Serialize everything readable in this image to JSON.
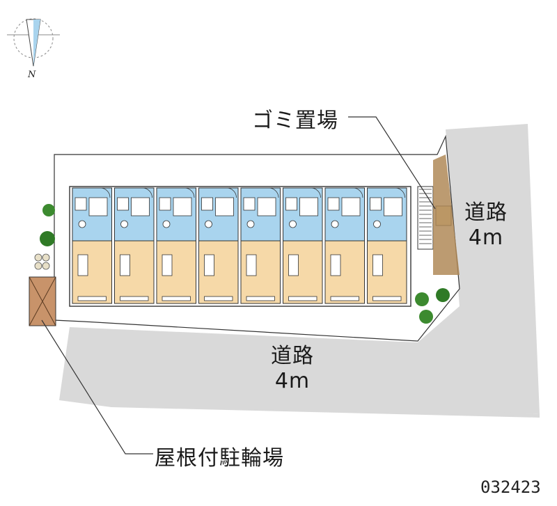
{
  "compass": {
    "north_letter": "N"
  },
  "labels": {
    "garbage": "ゴミ置場",
    "road_right": "道路",
    "road_right_width": "4m",
    "road_bottom": "道路",
    "road_bottom_width": "4m",
    "bicycle_parking": "屋根付駐輪場",
    "property_code": "032423"
  },
  "building": {
    "unit_count": 8
  },
  "colors": {
    "road": "#d9d9d9",
    "site": "#ffffff",
    "wet_area": "#a9d4ee",
    "room": "#f6d9a8",
    "bike_roof": "#c8936a",
    "stair": "#b08a58",
    "tree": "#3c8a2f",
    "line": "#333333"
  },
  "icons": [
    "compass-icon",
    "tree-icon",
    "stair-icon"
  ]
}
